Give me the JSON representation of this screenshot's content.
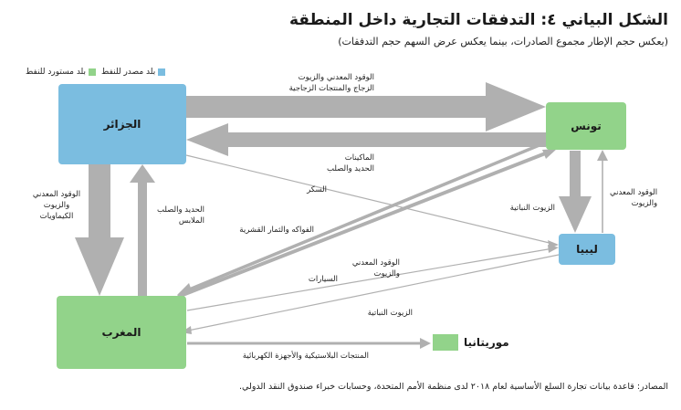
{
  "title": "الشكل البياني ٤: التدفقات التجارية داخل المنطقة",
  "subtitle": "(يعكس حجم الإطار مجموع الصادرات، بينما يعكس عرض السهم حجم التدفقات)",
  "legend": {
    "source": "بلد مصدر للنفط",
    "importer": "بلد مستورد للنفط"
  },
  "colors": {
    "exporter": "#7bbde0",
    "importer": "#92d38a",
    "arrow": "#b0b0b0"
  },
  "nodes": {
    "algeria": "الجزائر",
    "tunisia": "تونس",
    "libya": "ليبيا",
    "morocco": "المغرب",
    "mauritania": "موريتانيا"
  },
  "labels": {
    "alg_tun_1": "الوقود المعدني والزيوت",
    "alg_tun_2": "الزجاج والمنتجات الزجاجية",
    "tun_alg_1": "الماكينات",
    "tun_alg_2": "الحديد والصلب",
    "sugar": "السكر",
    "alg_mor_1": "الوقود المعدني",
    "alg_mor_2": "والزيوت",
    "alg_mor_3": "الكيماويات",
    "mor_alg_1": "الحديد والصلب",
    "mor_alg_2": "الملابس",
    "fruits": "الفواكه والثمار القشرية",
    "veg_oils_tun_lib": "الزيوت النباتية",
    "lib_tun_1": "الوقود المعدني",
    "lib_tun_2": "والزيوت",
    "lib_mor_1": "الوقود المعدني",
    "lib_mor_2": "والزيوت",
    "cars": "السيارات",
    "veg_oils_mor_lib": "الزيوت النباتية",
    "plastics": "المنتجات البلاستيكية والأجهزة الكهربائية"
  },
  "source": "المصادر: قاعدة بيانات تجارة السلع الأساسية لعام ٢٠١٨ لدى منظمة الأمم المتحدة، وحسابات خبراء صندوق النقد الدولي."
}
